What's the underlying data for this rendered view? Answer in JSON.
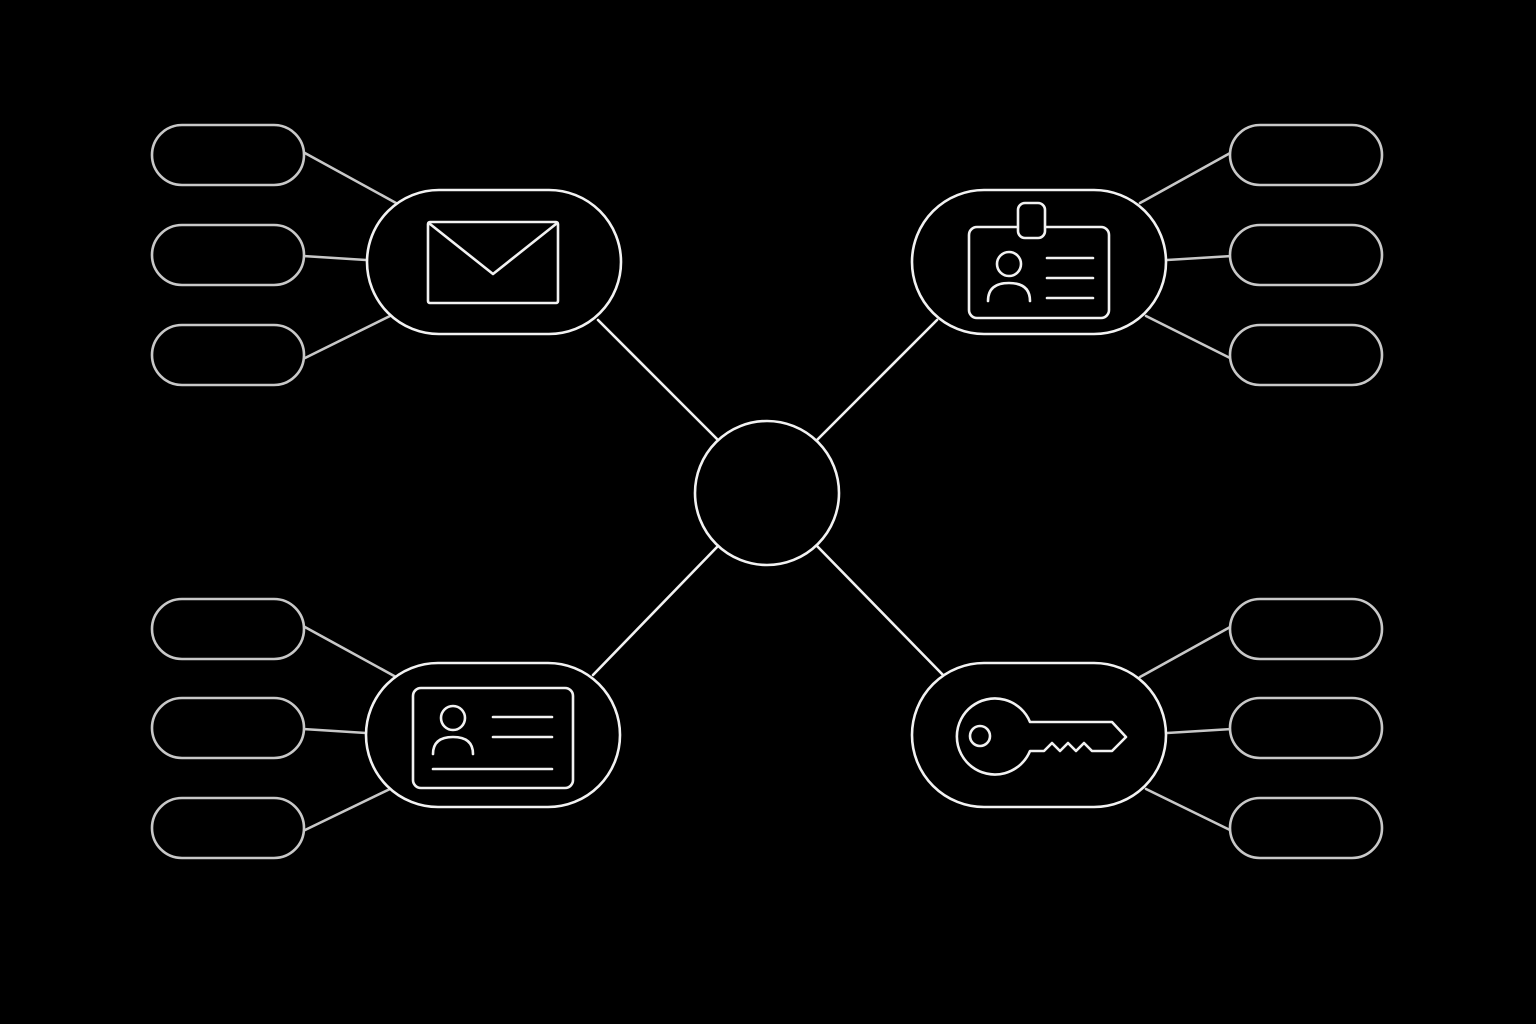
{
  "colors": {
    "background": "#000000",
    "node_stroke": "#f2f2f2",
    "leaf_stroke": "#c8c8c8",
    "icon_stroke": "#f2f2f2"
  },
  "hub": {
    "label": "",
    "icon": "none"
  },
  "branches": [
    {
      "id": "top-left",
      "icon": "envelope-icon",
      "leaves": [
        "",
        "",
        ""
      ]
    },
    {
      "id": "top-right",
      "icon": "id-badge-icon",
      "leaves": [
        "",
        "",
        ""
      ]
    },
    {
      "id": "bottom-left",
      "icon": "id-card-icon",
      "leaves": [
        "",
        "",
        ""
      ]
    },
    {
      "id": "bottom-right",
      "icon": "key-icon",
      "leaves": [
        "",
        "",
        ""
      ]
    }
  ]
}
